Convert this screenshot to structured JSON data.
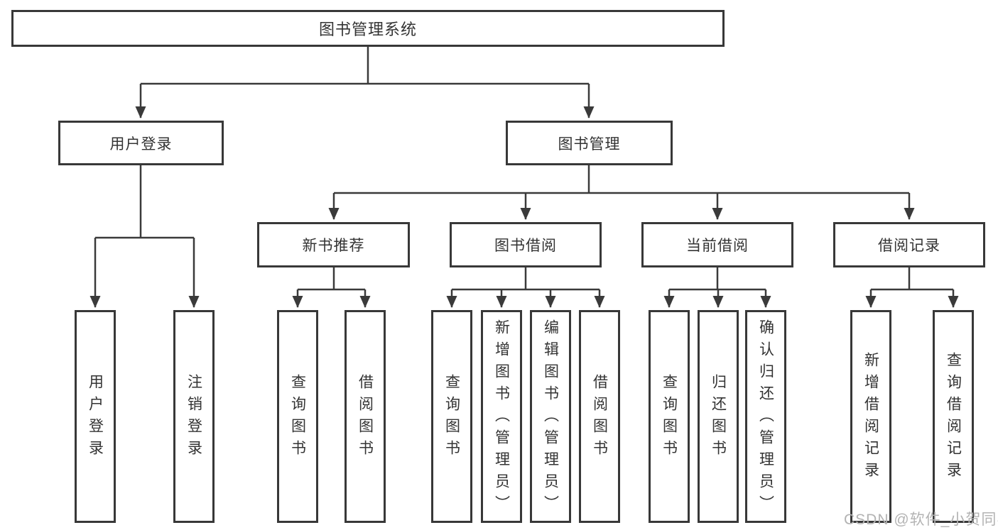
{
  "diagram": {
    "title": "图书管理系统",
    "tree": {
      "root": "图书管理系统",
      "branches": [
        {
          "label": "用户登录",
          "children": [
            "用户登录",
            "注销登录"
          ]
        },
        {
          "label": "图书管理",
          "children": [
            {
              "label": "新书推荐",
              "children": [
                "查询图书",
                "借阅图书"
              ]
            },
            {
              "label": "图书借阅",
              "children": [
                "查询图书",
                "新增图书（管理员）",
                "编辑图书（管理员）",
                "借阅图书"
              ]
            },
            {
              "label": "当前借阅",
              "children": [
                "查询图书",
                "归还图书",
                "确认归还（管理员）"
              ]
            },
            {
              "label": "借阅记录",
              "children": [
                "新增借阅记录",
                "查询借阅记录"
              ]
            }
          ]
        }
      ]
    },
    "colors": {
      "line": "#3a3a3a",
      "border": "#383838",
      "text": "#333333",
      "background": "#ffffff"
    }
  },
  "watermark": {
    "text": "CSDN @软件_小贺同学",
    "color": "#b3b3b3"
  }
}
